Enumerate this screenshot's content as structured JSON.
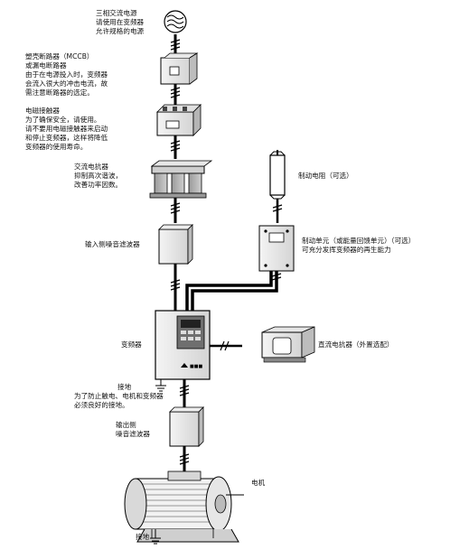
{
  "power_source": {
    "lines": [
      "三相交流电源",
      "请使用在变频器",
      "允许规格的电源"
    ]
  },
  "mccb": {
    "lines": [
      "塑壳断路器（MCCB）",
      "或漏电断路器",
      "由于在电源投入时，变频器",
      "会流入很大的冲击电流，故",
      "需注意断路器的选定。"
    ]
  },
  "contactor": {
    "lines": [
      "电磁接触器",
      "为了确保安全，请使用。",
      "请不要用电磁接触器来启动",
      "和停止变频器，这样将降低",
      "变频器的使用寿命。"
    ]
  },
  "ac_reactor": {
    "lines": [
      "交流电抗器",
      "抑制高次谐波，",
      "改善功率因数。"
    ]
  },
  "input_filter": {
    "lines": [
      "输入侧噪音滤波器"
    ]
  },
  "braking_resistor": {
    "lines": [
      "制动电阻（可选）"
    ]
  },
  "braking_unit": {
    "lines": [
      "制动单元（或能量回馈单元）（可选）",
      "可充分发挥变频器的再生能力"
    ]
  },
  "inverter": {
    "lines": [
      "变频器"
    ]
  },
  "dc_reactor": {
    "lines": [
      "直流电抗器（外置选配）"
    ]
  },
  "grounding": {
    "lines": [
      "接地",
      "为了防止触电、电机和变频器",
      "必须良好的接地。"
    ]
  },
  "output_filter": {
    "lines": [
      "输出侧",
      "噪音滤波器"
    ]
  },
  "motor": {
    "lines": [
      "电机"
    ]
  },
  "motor_ground": {
    "lines": [
      "接地"
    ]
  }
}
